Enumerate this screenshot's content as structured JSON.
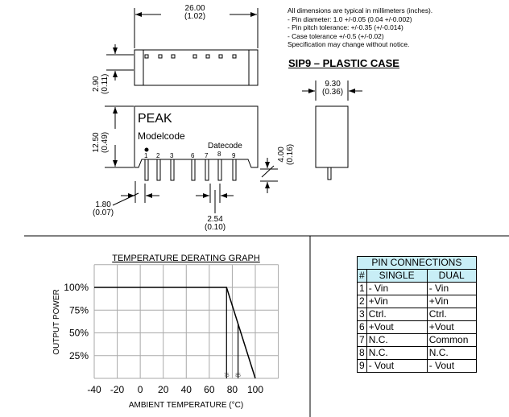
{
  "notes": {
    "lines": [
      "All dimensions are typical in millimeters (inches).",
      "- Pin diameter: 1.0 +/-0.05 (0.04 +/-0.002)",
      "- Pin pitch tolerance: +/-0.35 (+/-0.014)",
      "- Case tolerance +/-0.5 (+/-0.02)",
      "Specification may change without notice."
    ],
    "case_title": "SIP9 – PLASTIC CASE"
  },
  "drawing": {
    "length_mm": "26.00",
    "length_in": "(1.02)",
    "thickness_mm": "2.90",
    "thickness_in": "(0.11)",
    "height_mm": "12.50",
    "height_in": "(0.49)",
    "width_mm": "9.30",
    "width_in": "(0.36)",
    "pin_length_mm": "4.00",
    "pin_length_in": "(0.16)",
    "offset_mm": "1.80",
    "offset_in": "(0.07)",
    "pitch_mm": "2.54",
    "pitch_in": "(0.10)",
    "brand": "PEAK",
    "modelcode": "Modelcode",
    "datecode": "Datecode",
    "pin_numbers": [
      "1",
      "2",
      "3",
      "6",
      "7",
      "8",
      "9"
    ]
  },
  "chart_data": {
    "type": "line",
    "title": "TEMPERATURE DERATING GRAPH",
    "xlabel": "AMBIENT TEMPERATURE (°C)",
    "ylabel": "OUTPUT POWER",
    "xlim": [
      -40,
      120
    ],
    "ylim": [
      0,
      125
    ],
    "xticks": [
      "-40",
      "-20",
      "0",
      "20",
      "40",
      "60",
      "80",
      "100"
    ],
    "yticks": [
      "100%",
      "75%",
      "50%",
      "25%"
    ],
    "grid": true,
    "series": [
      {
        "name": "derating",
        "x": [
          -40,
          75,
          100
        ],
        "y": [
          100,
          100,
          0
        ]
      }
    ],
    "annotations": [
      {
        "x": 75,
        "label": "75"
      },
      {
        "x": 85,
        "label": "85"
      }
    ]
  },
  "pin_table": {
    "title": "PIN CONNECTIONS",
    "headers": [
      "#",
      "SINGLE",
      "DUAL"
    ],
    "rows": [
      [
        "1",
        "- Vin",
        "- Vin"
      ],
      [
        "2",
        "+Vin",
        "+Vin"
      ],
      [
        "3",
        "Ctrl.",
        "Ctrl."
      ],
      [
        "6",
        "+Vout",
        "+Vout"
      ],
      [
        "7",
        "N.C.",
        "Common"
      ],
      [
        "8",
        "N.C.",
        "N.C."
      ],
      [
        "9",
        "- Vout",
        "- Vout"
      ]
    ]
  }
}
